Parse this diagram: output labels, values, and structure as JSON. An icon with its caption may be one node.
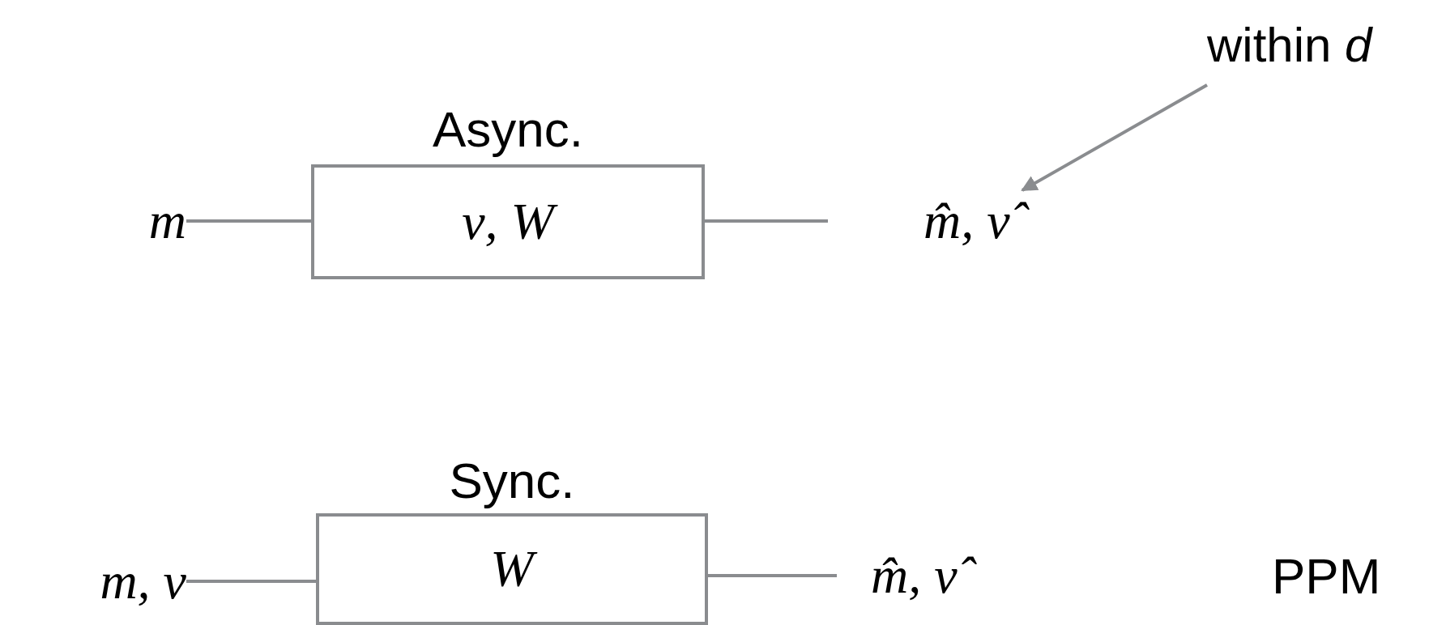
{
  "diagram": {
    "nodes": [
      {
        "text": [
          "m"
        ]
      },
      {
        "text": [
          "Async.",
          "ν, W"
        ]
      },
      {
        "text": [
          "m̂, ν̂"
        ]
      },
      {
        "text": [
          "within *d*"
        ]
      },
      {
        "text": [
          "m, ν"
        ]
      },
      {
        "text": [
          "Sync.",
          "W"
        ]
      },
      {
        "text": [
          "m̂, ν̂"
        ]
      }
    ],
    "edges": [
      {
        "from": 0,
        "to": 1,
        "arrow": "none"
      },
      {
        "from": 1,
        "to": 2,
        "arrow": "none"
      },
      {
        "from": 3,
        "to": 2,
        "arrow": "to"
      },
      {
        "from": 4,
        "to": 5,
        "arrow": "none"
      },
      {
        "from": 5,
        "to": 6,
        "arrow": "none"
      }
    ],
    "labels": [
      "PPM"
    ]
  }
}
